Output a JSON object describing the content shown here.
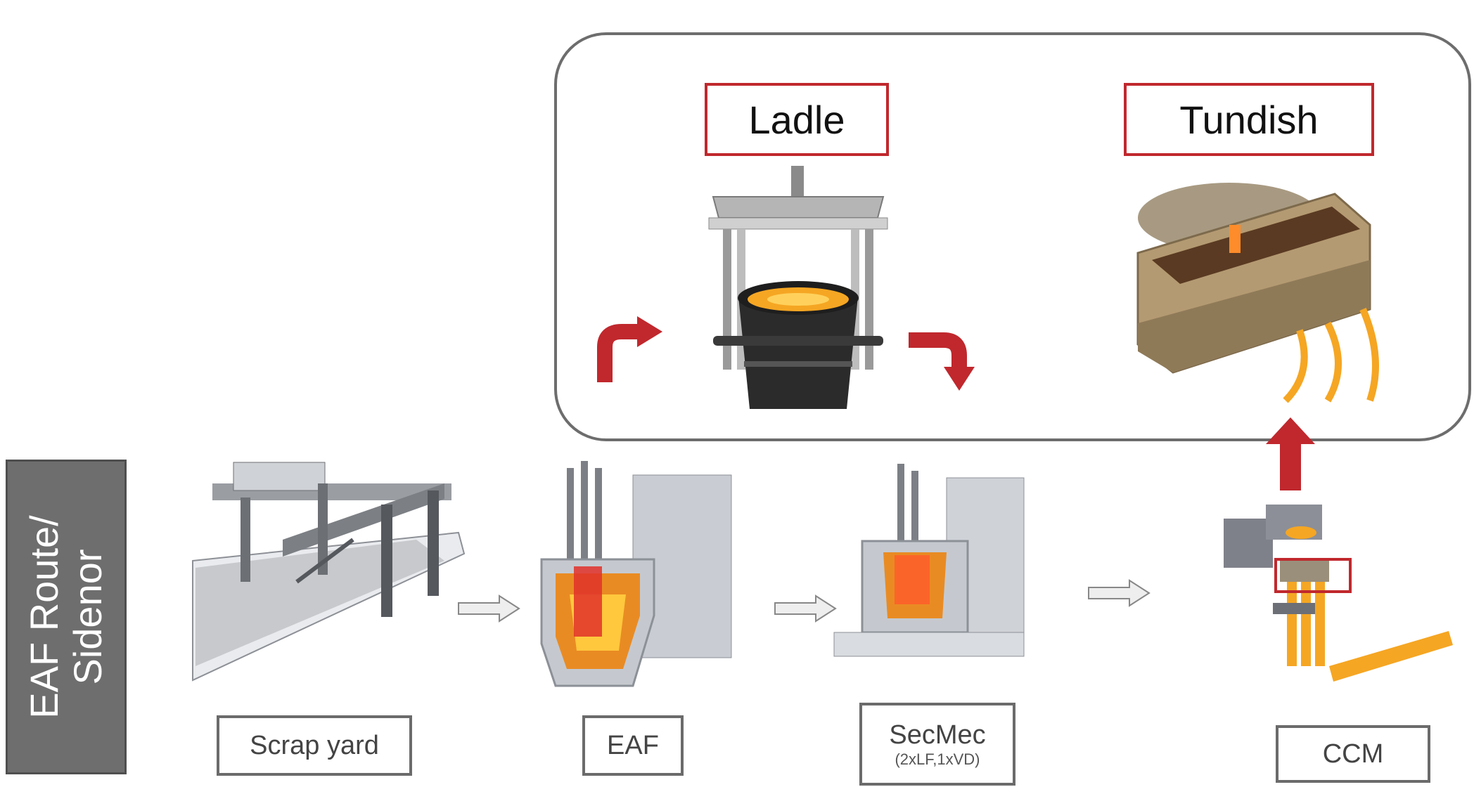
{
  "side_label": {
    "line1": "EAF Route/",
    "line2": "Sidenor"
  },
  "group": {
    "ladle_label": "Ladle",
    "tundish_label": "Tundish"
  },
  "stages": [
    {
      "label": "Scrap yard",
      "sublabel": ""
    },
    {
      "label": "EAF",
      "sublabel": ""
    },
    {
      "label": "SecMec",
      "sublabel": "(2xLF,1xVD)"
    },
    {
      "label": "CCM",
      "sublabel": ""
    }
  ],
  "colors": {
    "accent_red": "#c0282d",
    "box_grey": "#6b6b6b",
    "molten": "#f5a623"
  }
}
